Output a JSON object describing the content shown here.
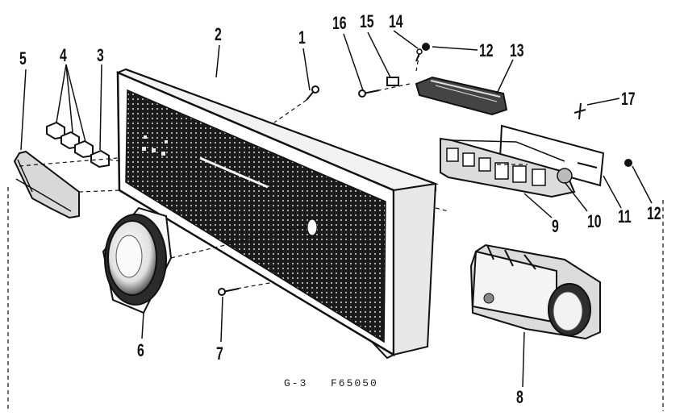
{
  "callouts": {
    "c1": "1",
    "c2": "2",
    "c3": "3",
    "c4": "4",
    "c5": "5",
    "c6": "6",
    "c7": "7",
    "c8": "8",
    "c9": "9",
    "c10": "10",
    "c11": "11",
    "c12a": "12",
    "c12b": "12",
    "c13": "13",
    "c14": "14",
    "c15": "15",
    "c16": "16",
    "c17": "17"
  },
  "caption": {
    "code": "G-3",
    "part": "F65050"
  }
}
